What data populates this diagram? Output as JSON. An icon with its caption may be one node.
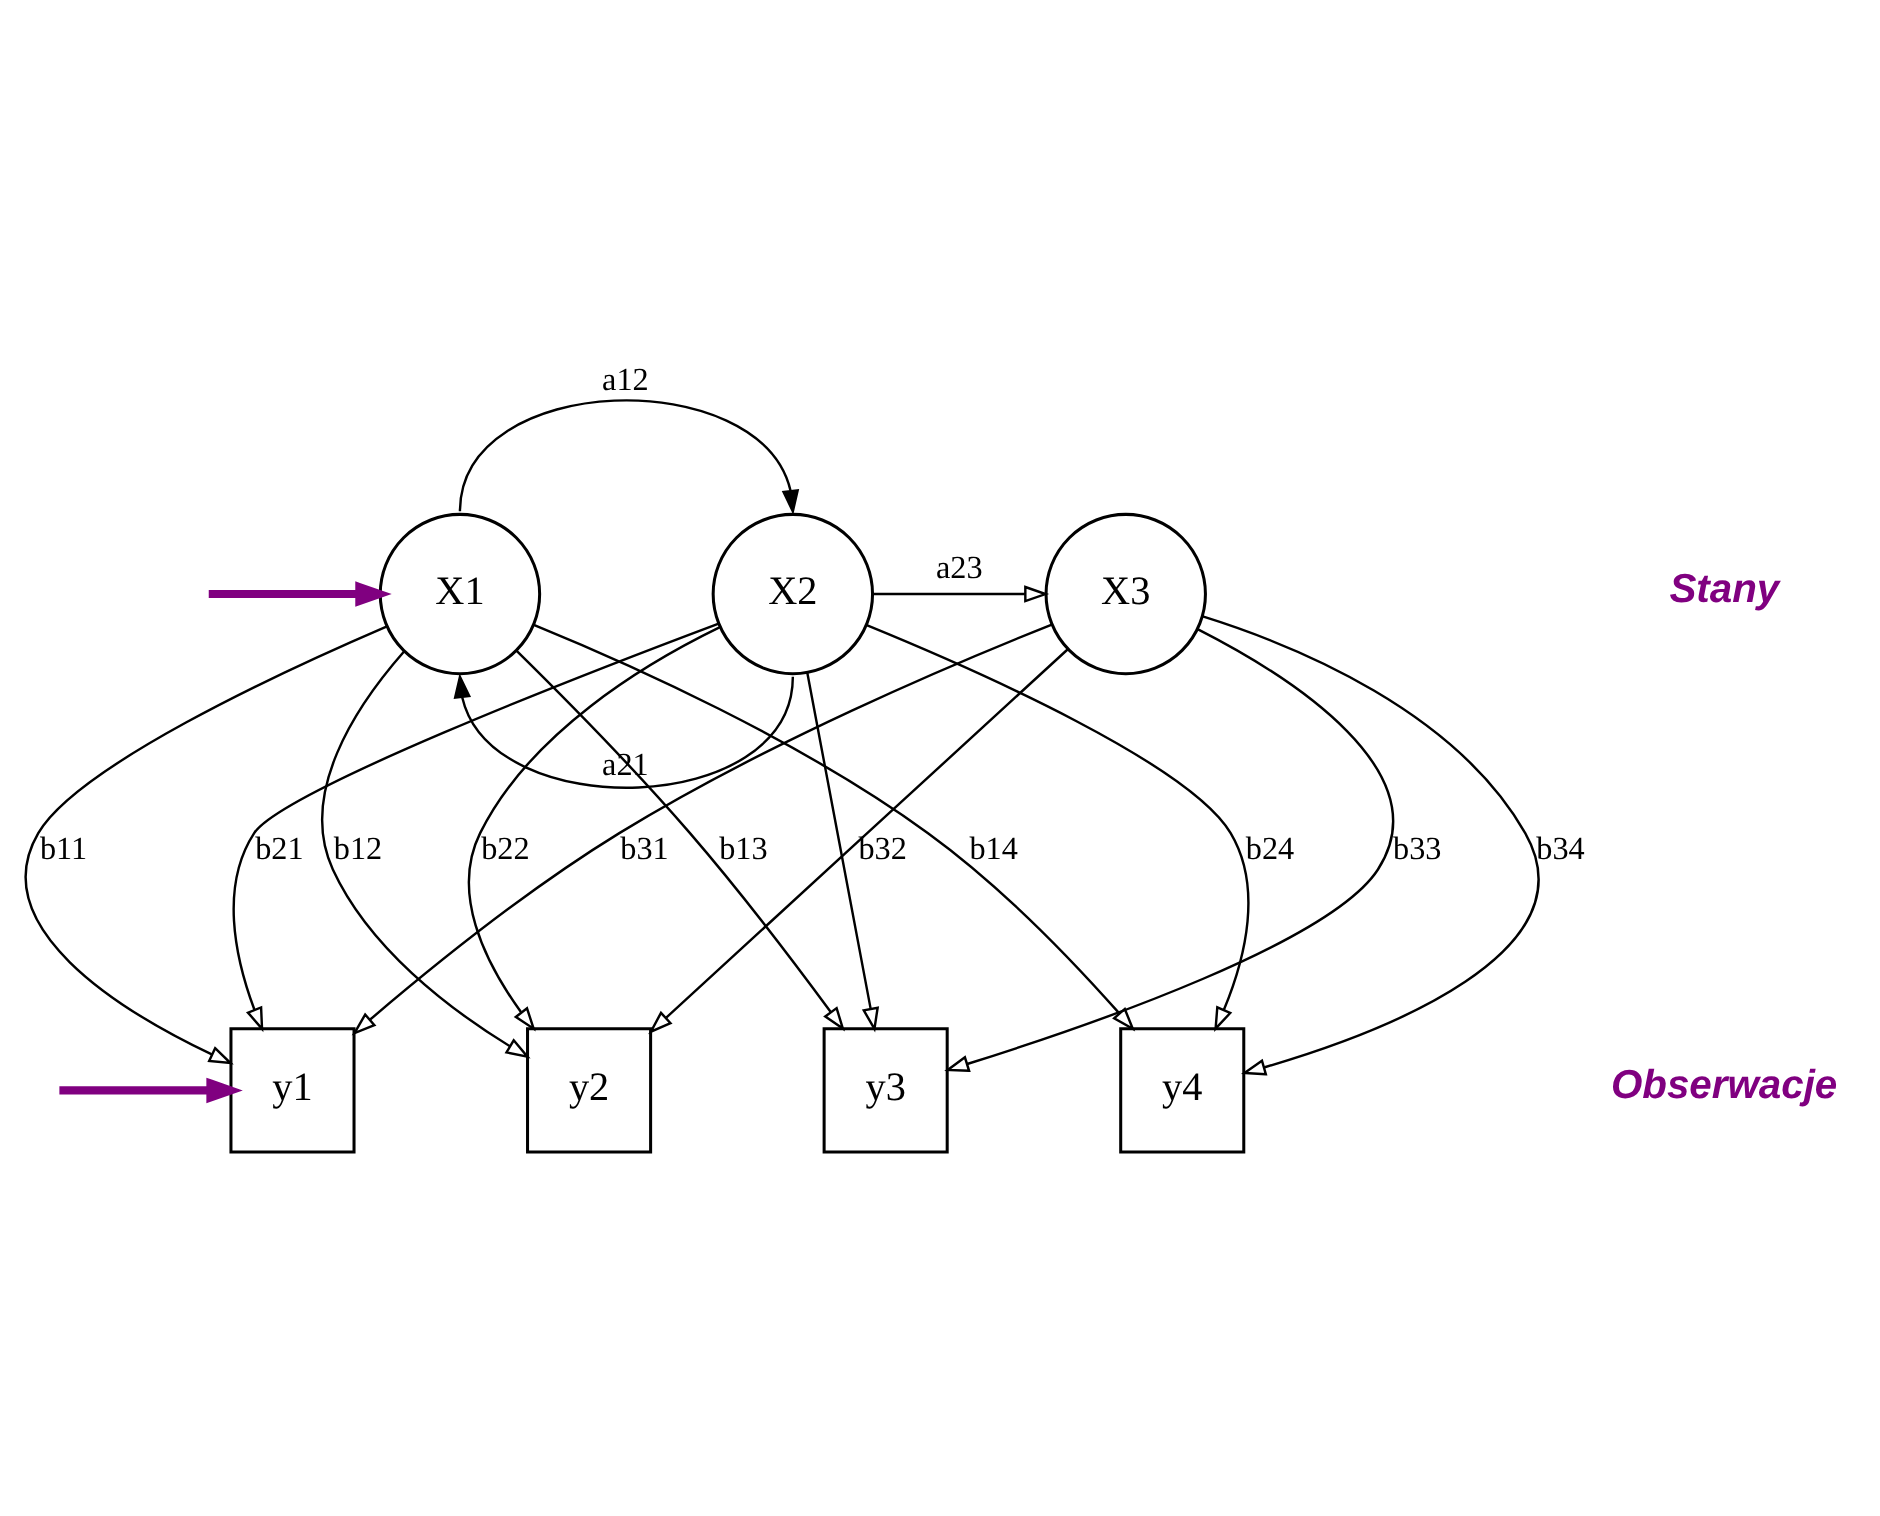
{
  "diagram": {
    "nodes": [
      {
        "text": [
          "X1"
        ]
      },
      {
        "text": [
          "X2"
        ]
      },
      {
        "text": [
          "X3"
        ]
      },
      {
        "text": [
          "y1"
        ]
      },
      {
        "text": [
          "y2"
        ]
      },
      {
        "text": [
          "y3"
        ]
      },
      {
        "text": [
          "y4"
        ]
      }
    ],
    "edges": [
      {
        "from": 0,
        "to": 1,
        "arrow": "to",
        "label": "a12"
      },
      {
        "from": 1,
        "to": 0,
        "arrow": "to",
        "label": "a21"
      },
      {
        "from": 1,
        "to": 2,
        "arrow": "to",
        "label": "a23"
      },
      {
        "from": 0,
        "to": 3,
        "arrow": "to",
        "label": "b11"
      },
      {
        "from": 0,
        "to": 4,
        "arrow": "to",
        "label": "b12"
      },
      {
        "from": 0,
        "to": 5,
        "arrow": "to",
        "label": "b13"
      },
      {
        "from": 0,
        "to": 6,
        "arrow": "to",
        "label": "b14"
      },
      {
        "from": 1,
        "to": 3,
        "arrow": "to",
        "label": "b21"
      },
      {
        "from": 1,
        "to": 4,
        "arrow": "to",
        "label": "b22"
      },
      {
        "from": 1,
        "to": 5,
        "arrow": "to"
      },
      {
        "from": 1,
        "to": 6,
        "arrow": "to",
        "label": "b24"
      },
      {
        "from": 2,
        "to": 3,
        "arrow": "to",
        "label": "b31"
      },
      {
        "from": 2,
        "to": 4,
        "arrow": "to",
        "label": "b32"
      },
      {
        "from": 2,
        "to": 5,
        "arrow": "to",
        "label": "b33"
      },
      {
        "from": 2,
        "to": 6,
        "arrow": "to",
        "label": "b34"
      },
      {
        "from": null,
        "to": 0,
        "arrow": "to",
        "style": "thick",
        "color": "#800080"
      },
      {
        "from": null,
        "to": 3,
        "arrow": "to",
        "style": "thick",
        "color": "#800080"
      }
    ],
    "labels": [
      "Stany",
      "Obserwacje"
    ]
  }
}
